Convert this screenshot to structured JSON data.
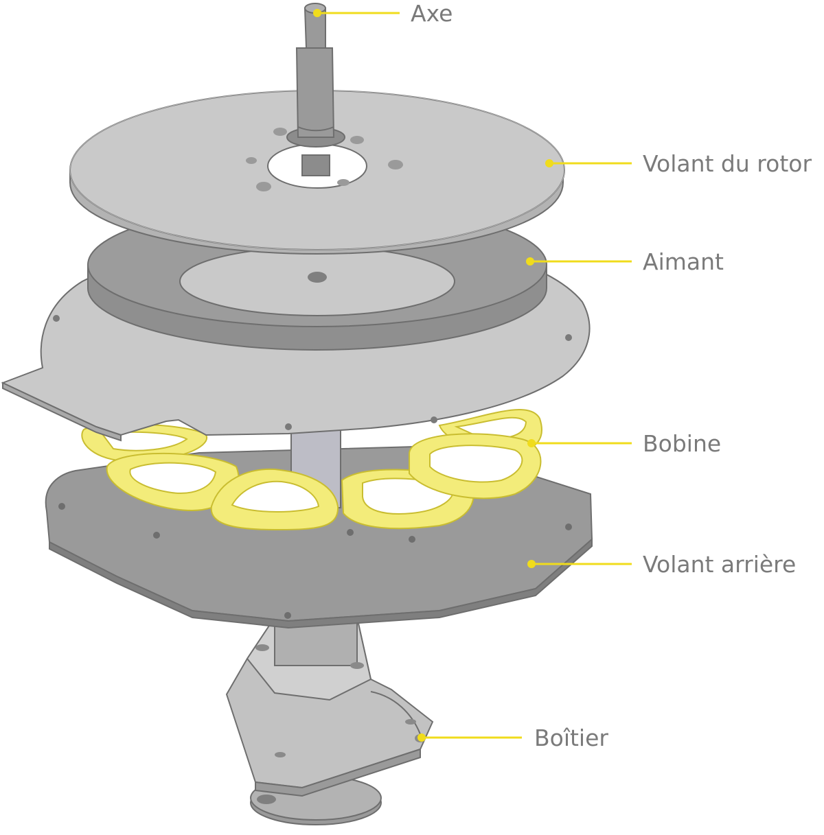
{
  "diagram": {
    "colors": {
      "accent": "#f0dc1c",
      "coil": "#f3ec7a",
      "coil_dark": "#d9cd3a",
      "metal_light": "#c9c9c9",
      "metal_mid": "#a9a9a9",
      "metal_dark": "#8c8c8c",
      "outline": "#6e6e6e",
      "label_text": "#7a7a7a"
    },
    "labels": {
      "axe": "Axe",
      "volant_rotor": "Volant du rotor",
      "aimant": "Aimant",
      "bobine": "Bobine",
      "volant_arriere": "Volant arrière",
      "boitier": "Boîtier"
    }
  }
}
